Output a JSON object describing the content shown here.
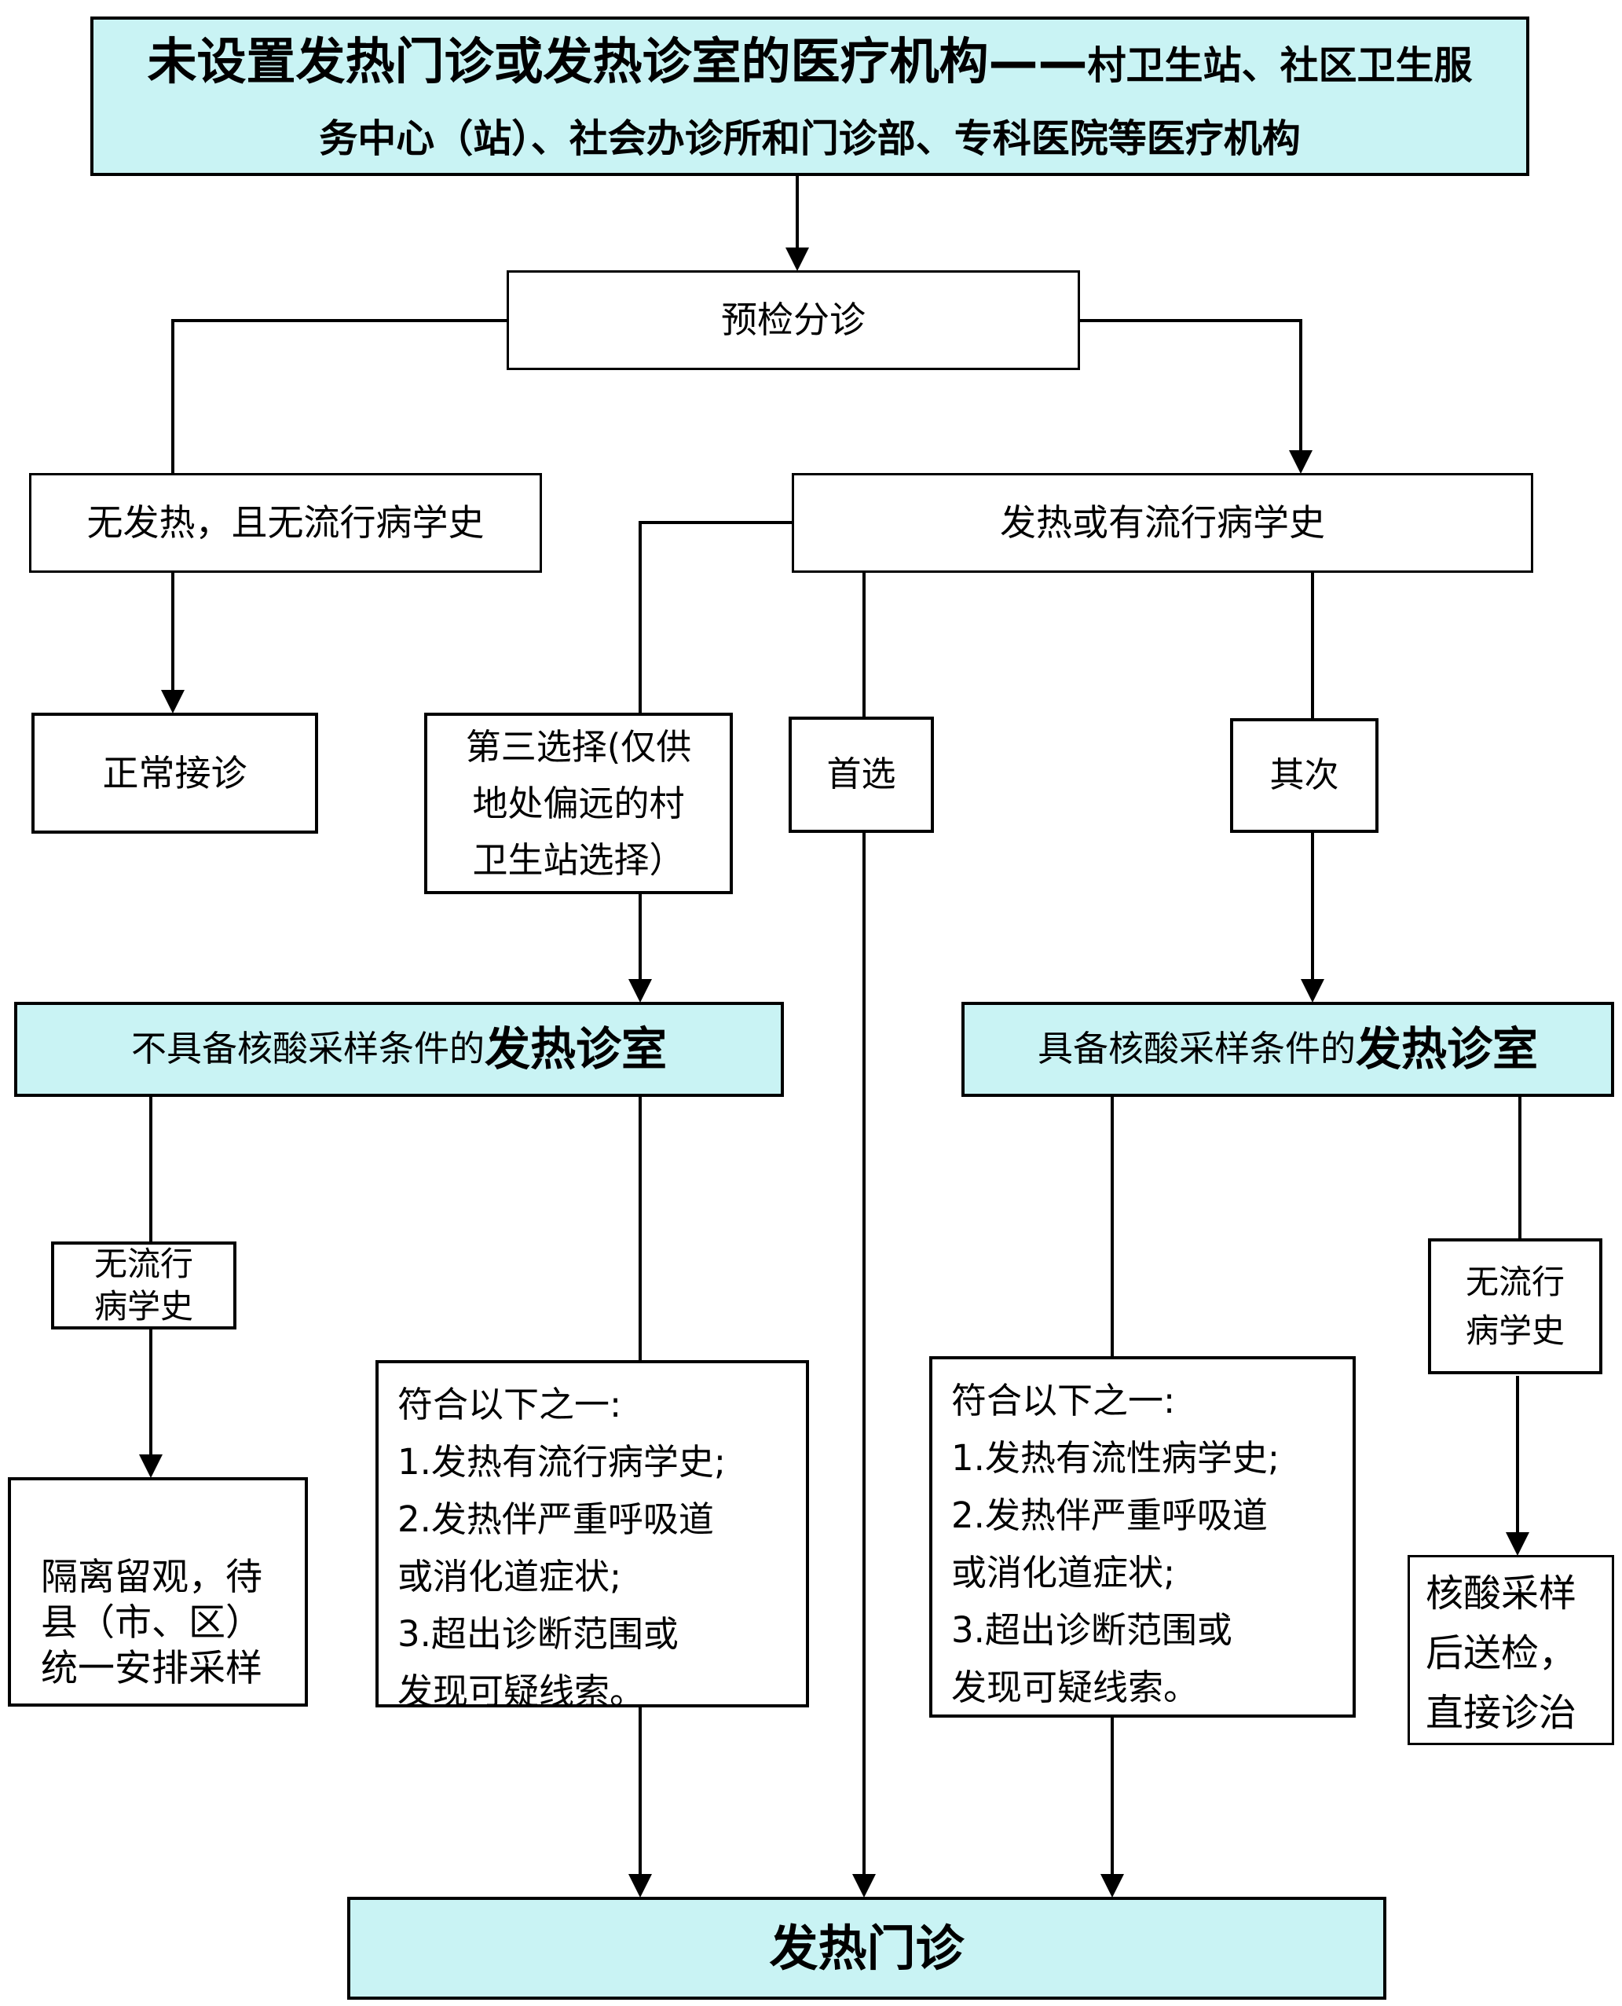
{
  "colors": {
    "node_fill_highlight": "#c9f3f4",
    "node_fill": "#ffffff",
    "line_color": "#000000",
    "text_color": "#000000"
  },
  "nodes": {
    "org": {
      "line1_big": "未设置发热门诊或发热诊室的医疗机构——",
      "line1_small": "村卫生站、社区卫生服",
      "line2": "务中心（站）、社会办诊所和门诊部、专科医院等医疗机构"
    },
    "triage": {
      "label": "预检分诊"
    },
    "no_fever": {
      "label": "无发热，且无流行病学史"
    },
    "fever": {
      "label": "发热或有流行病学史"
    },
    "normal": {
      "label": "正常接诊"
    },
    "third_choice": {
      "label": "第三选择(仅供\n地处偏远的村\n卫生站选择）"
    },
    "first_choice": {
      "label": "首选"
    },
    "second_choice": {
      "label": "其次"
    },
    "room_left": {
      "prefix": "不具备核酸采样条件的",
      "suffix": "发热诊室"
    },
    "room_right": {
      "prefix": "具备核酸采样条件的",
      "suffix": "发热诊室"
    },
    "no_epi_left": {
      "label": "无流行\n病学史"
    },
    "no_epi_right": {
      "label": "无流行\n病学史"
    },
    "criteria_left": {
      "label": "符合以下之一:\n1.发热有流行病学史;\n2.发热伴严重呼吸道\n或消化道症状;\n3.超出诊断范围或\n发现可疑线索。"
    },
    "criteria_right": {
      "label": "符合以下之一:\n1.发热有流性病学史;\n2.发热伴严重呼吸道\n或消化道症状;\n3.超出诊断范围或\n发现可疑线索。"
    },
    "isolate": {
      "label": "隔离留观，待\n县（市、区）\n统一安排采样"
    },
    "nat_sample": {
      "label": "核酸采样\n后送检，\n直接诊治"
    },
    "fever_clinic": {
      "label": "发热门诊"
    }
  }
}
